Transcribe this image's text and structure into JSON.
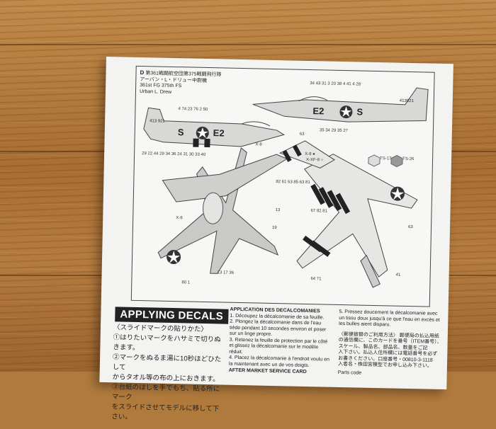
{
  "panel": {
    "letter": "D",
    "title_jp": "第361戦闘航空団第375戦闘飛行隊",
    "subtitle_jp": "アーバン・L・ドリュー中尉機",
    "unit": "361st FG 375th FS",
    "pilot": "Urban L. Drew",
    "fuselage_codes_left": "S ★ E2",
    "fuselage_codes_right": "E2 ★ S",
    "tail_serial": "413921",
    "paint_refs": [
      "X-8",
      "X-8",
      "X-8"
    ],
    "ts_refs": [
      "TS-17",
      "TS-26"
    ]
  },
  "apply_title": "APPLYING DECALS",
  "japanese": {
    "heading": "〈スライドマークの貼りかた〉",
    "steps": [
      "①はりたいマークをハサミで切りぬきます。",
      "②マークをぬるま湯に10秒ほどひたして",
      "からタオル等の布の上におきます。",
      "③台紙のはしを手でもち、貼る所にマーク",
      "をスライドさせてモデルに移して下さい。"
    ]
  },
  "french": {
    "heading": "APPLICATION DES DECALCOMANIES",
    "steps": [
      "1. Découpez la décalcomanie de sa feuille.",
      "2. Plongez la décalcomanie dans de l'eau",
      "tiède pendant 10 secondes environ et poser",
      "sur un linge propre.",
      "3. Retenez la feuille de protection par le côté",
      "et glissez la décalcomanie sur le modèle",
      "réduit.",
      "4. Placez la décalcomanie à l'endroit voulu en",
      "la maintenant avec un de vos doigts."
    ]
  },
  "french_right": {
    "steps": [
      "5. Pressez doucement la décalcomanie avec",
      "un tissu doux jusqu'à ce que l'eau en excès et",
      "les bulles aient disparu."
    ]
  },
  "order_note_jp": [
    "〈郵便振替のご利用方法〉 郵便局の払込用紙",
    "の通信欄に、このカードを番号（ITEM番号）、",
    "スケール、製品名、部品名、数量をご記",
    "入下さい。払込人住所欄には電話番号を必ず",
    "お書きください。口座番号・00810-3-1118",
    "入者名・株田宮模型でお申し込み下さい。"
  ],
  "bottom_labels": [
    "AFTER MARKET SERVICE CARD",
    "Parts code"
  ]
}
